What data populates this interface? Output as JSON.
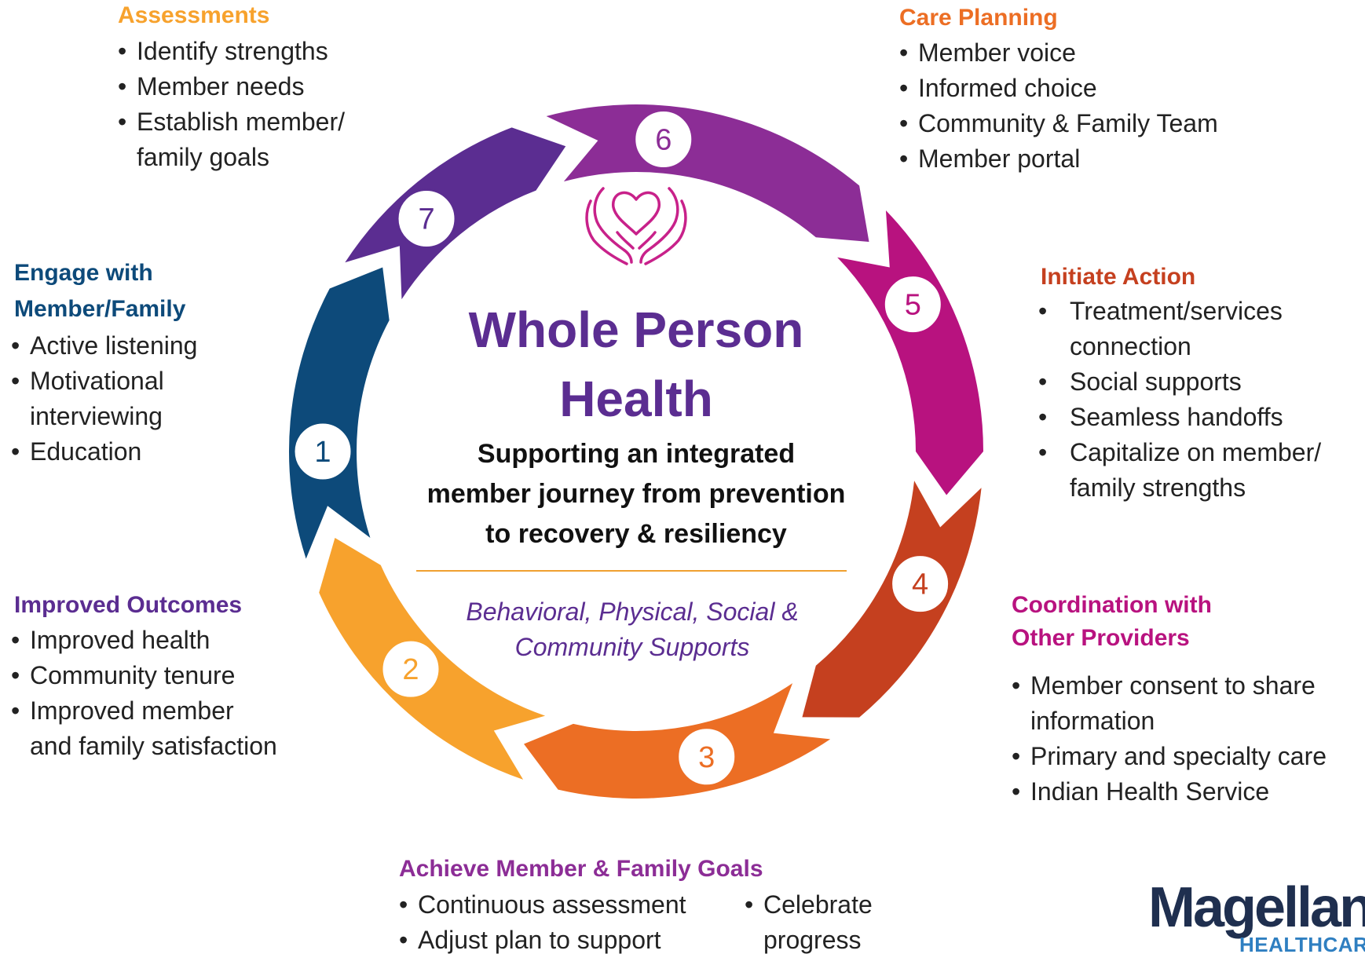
{
  "center": {
    "title_line1": "Whole Person",
    "title_line2": "Health",
    "subtitle_lines": [
      "Supporting an integrated",
      "member journey from prevention",
      "to recovery & resiliency"
    ],
    "supports_lines": [
      "Behavioral, Physical, Social &",
      "Community Supports"
    ],
    "icon": "heart-in-hands-icon"
  },
  "stages": [
    {
      "number": "1",
      "color": "#0d4a7a",
      "title_lines": [
        "Engage with",
        "Member/Family"
      ],
      "items": [
        "Active listening",
        "Motivational\ninterviewing",
        "Education"
      ]
    },
    {
      "number": "2",
      "color": "#f7a22d",
      "title_lines": [
        "Assessments"
      ],
      "items": [
        "Identify strengths",
        "Member needs",
        "Establish member/\nfamily goals"
      ]
    },
    {
      "number": "3",
      "color": "#ec6e24",
      "title_lines": [
        "Care Planning"
      ],
      "items": [
        "Member voice",
        "Informed choice",
        "Community & Family Team",
        "Member portal"
      ]
    },
    {
      "number": "4",
      "color": "#c5401f",
      "title_lines": [
        "Initiate Action"
      ],
      "items": [
        "Treatment/services\nconnection",
        "Social supports",
        "Seamless handoffs",
        "Capitalize on member/\nfamily strengths"
      ]
    },
    {
      "number": "5",
      "color": "#b8127f",
      "title_lines": [
        "Coordination with",
        "Other Providers"
      ],
      "items": [
        "Member consent to share\ninformation",
        "Primary and specialty care",
        "Indian Health Service"
      ]
    },
    {
      "number": "6",
      "color": "#8c2d96",
      "title_lines": [
        "Achieve Member & Family Goals"
      ],
      "items": [
        "Continuous assessment",
        "Adjust plan to support",
        "Celebrate\nprogress"
      ]
    },
    {
      "number": "7",
      "color": "#5b2d91",
      "title_lines": [
        "Improved Outcomes"
      ],
      "items": [
        "Improved health",
        "Community tenure",
        "Improved member\nand family satisfaction"
      ]
    }
  ],
  "logo": {
    "name": "Magellan",
    "sub": "HEALTHCARE"
  }
}
